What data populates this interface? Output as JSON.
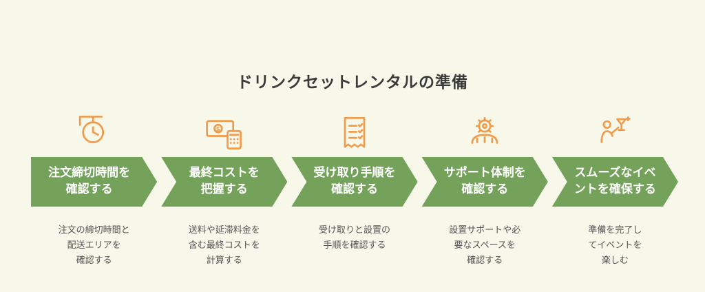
{
  "title": "ドリンクセットレンタルの準備",
  "colors": {
    "background": "#f7f8e9",
    "arrow_green": "#74a25a",
    "icon_orange": "#f09b4b",
    "title_text": "#3a3a3a",
    "description_text": "#545454",
    "arrow_text": "#ffffff"
  },
  "steps": [
    {
      "icon": "hanging-clock-icon",
      "label": "注文締切時間を\n確認する",
      "description": "注文の締切時間と\n配送エリアを\n確認する"
    },
    {
      "icon": "banknote-calculator-icon",
      "label": "最終コストを\n把握する",
      "description": "送料や延滞料金を\n含む最終コストを\n計算する"
    },
    {
      "icon": "receipt-checklist-icon",
      "label": "受け取り手順を\n確認する",
      "description": "受け取りと設置の\n手順を確認する"
    },
    {
      "icon": "gear-support-icon",
      "label": "サポート体制を\n確認する",
      "description": "設置サポートや必\n要なスペースを\n確認する"
    },
    {
      "icon": "person-toast-icon",
      "label": "スムーズなイベ\nントを確保する",
      "description": "準備を完了し\nてイベントを\n楽しむ"
    }
  ]
}
